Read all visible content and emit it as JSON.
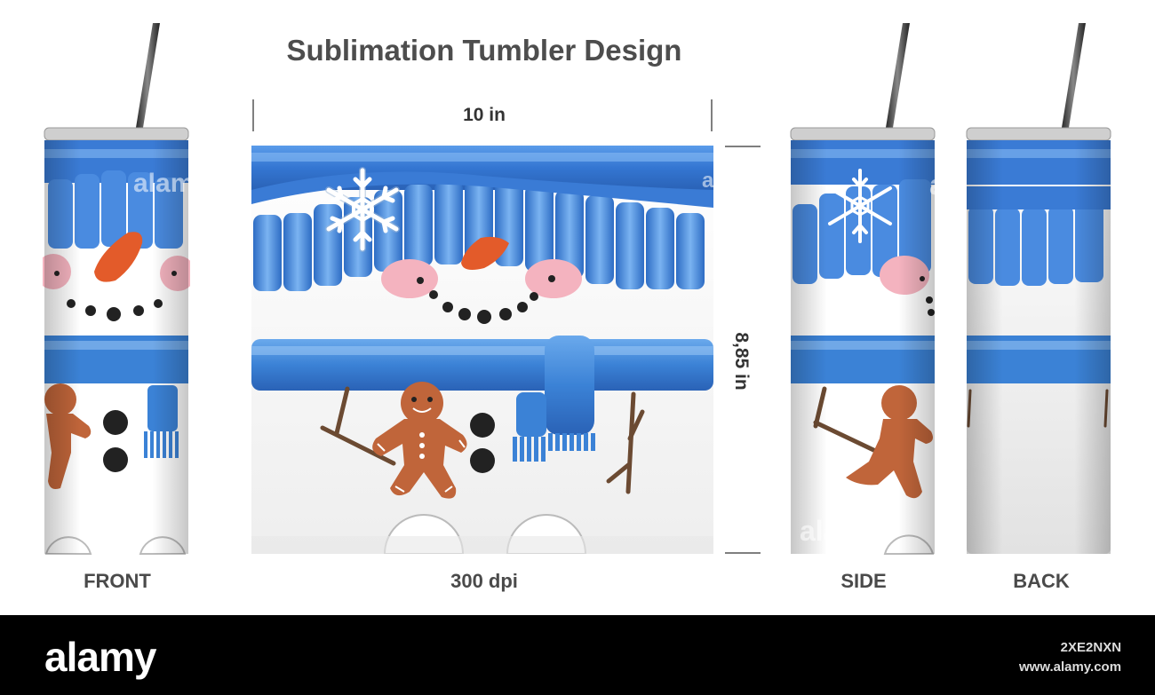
{
  "title": "Sublimation Tumbler Design",
  "dimensions": {
    "width": "10 in",
    "height": "8,85 in",
    "resolution": "300 dpi"
  },
  "views": {
    "front": "FRONT",
    "side": "SIDE",
    "back": "BACK"
  },
  "watermark": "alamy",
  "footer": {
    "logo": "alamy",
    "image_id": "2XE2NXN",
    "site": "www.alamy.com"
  },
  "colors": {
    "hat_blue": "#3b82d6",
    "hat_blue_light": "#6aa9ec",
    "snow": "#ffffff",
    "carrot": "#e35b2a",
    "cheek": "#f2a7b4",
    "gingerbread": "#c0653a",
    "branch": "#6b4a32",
    "footer_bg": "#000000"
  },
  "icons": [
    "snowflake-icon",
    "gingerbread-man-icon",
    "snowman-face",
    "tumbler-straw"
  ]
}
